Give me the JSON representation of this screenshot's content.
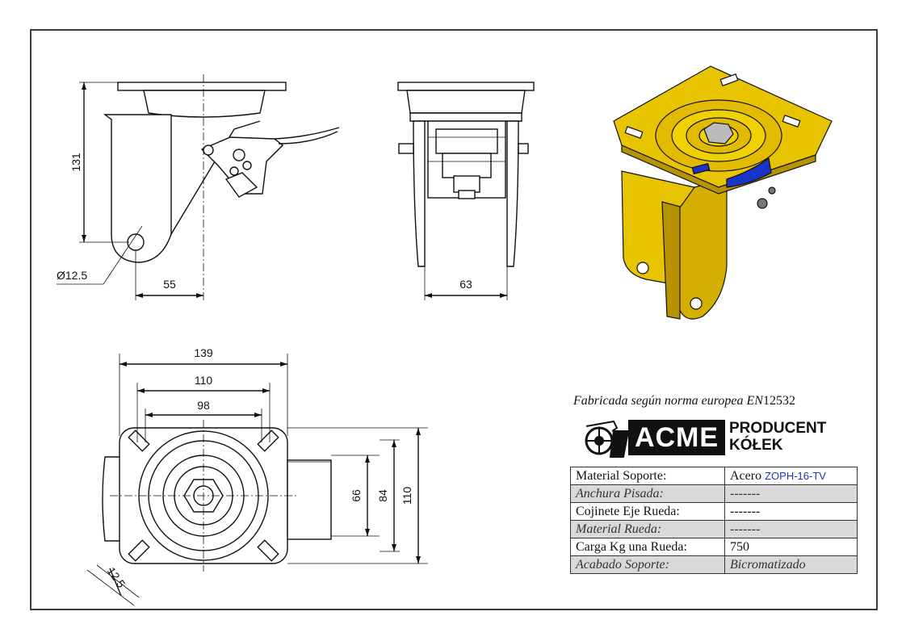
{
  "dimensions": {
    "side_height": "131",
    "side_hole": "Ø12.5",
    "side_offset": "55",
    "front_width": "63",
    "top_overall": "139",
    "top_holes_outer": "110",
    "top_holes_inner": "98",
    "top_66": "66",
    "top_84": "84",
    "top_110": "110",
    "top_slot": "12.5"
  },
  "note": {
    "text": "Fabricada según norma europea EN",
    "number": "12532"
  },
  "logo": {
    "brand": "ACME",
    "line1": "PRODUCENT",
    "line2": "KÓŁEK"
  },
  "spec_table": [
    {
      "label": "Material Soporte:",
      "value": "Acero",
      "code": "ZOPH-16-TV",
      "shaded": false
    },
    {
      "label": "Anchura Pisada:",
      "value": "-------",
      "shaded": true
    },
    {
      "label": "Cojinete Eje Rueda:",
      "value": "-------",
      "shaded": false
    },
    {
      "label": "Material Rueda:",
      "value": "-------",
      "shaded": true
    },
    {
      "label": "Carga Kg una Rueda:",
      "value": "750",
      "shaded": false
    },
    {
      "label": "Acabado Soporte:",
      "value": "Bicromatizado",
      "shaded": true
    }
  ],
  "colors": {
    "part_yellow": "#e8c400",
    "part_shadow": "#b89300",
    "accent_blue": "#1a33c8",
    "table_shade": "#d9d9d9"
  }
}
